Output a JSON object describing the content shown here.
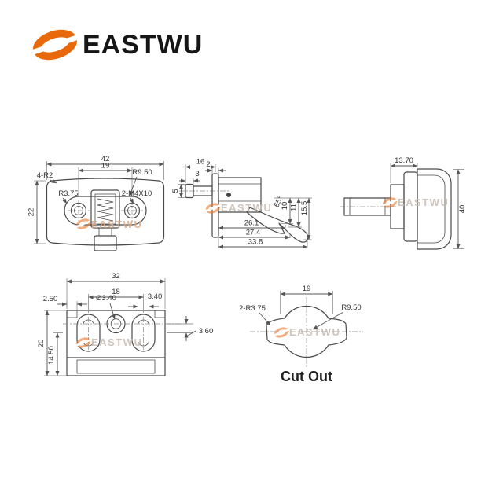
{
  "logo": {
    "brand": "EASTWU"
  },
  "watermark": {
    "brand": "EASTWU"
  },
  "views": {
    "front": {
      "dims": {
        "width": "42",
        "hole_spacing": "19",
        "radius_top": "R9.50",
        "corner_radius": "4-R2",
        "slot_radius": "R3.75",
        "screw_spec": "2-M4X10",
        "height": "22"
      }
    },
    "side": {
      "dims": {
        "depth": "16",
        "flange_thickness": "2",
        "pin_head": "3",
        "pin_height": "5",
        "hook_angle": "65°",
        "hook_d1": "10",
        "hook_d2": "11",
        "hook_d3": "15.5",
        "len1": "26.1",
        "len2": "27.4",
        "len3": "33.8"
      }
    },
    "rear": {
      "dims": {
        "body_depth": "13.70",
        "height": "40"
      }
    },
    "bottom": {
      "dims": {
        "width": "32",
        "slot_spacing": "18",
        "edge_offset": "2.50",
        "hole_dia": "Ø3.40",
        "slot_width": "3.40",
        "line_offset": "3.60",
        "height": "20",
        "lower_height": "14.50"
      }
    },
    "cutout": {
      "title": "Cut Out",
      "dims": {
        "notch_spacing": "19",
        "notch_radius": "2-R3.75",
        "radius": "R9.50"
      }
    }
  }
}
